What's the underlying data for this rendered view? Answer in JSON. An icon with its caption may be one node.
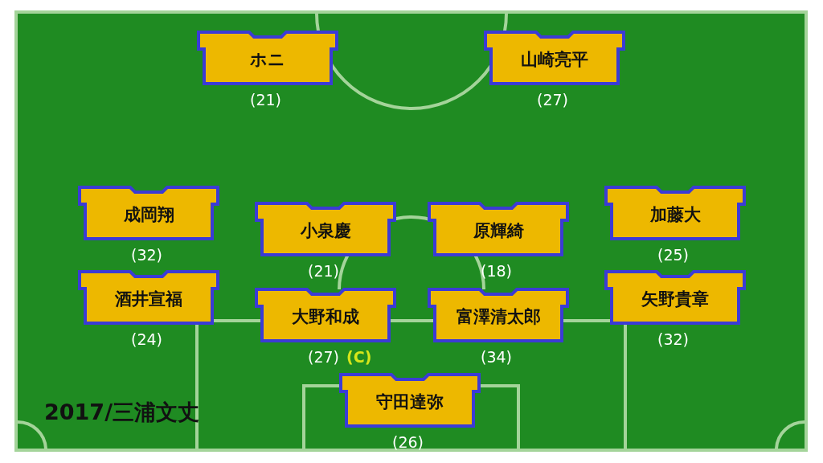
{
  "diagram": {
    "caption": "2017/三浦文丈",
    "nodes": [
      {
        "text": [
          "ホニ"
        ],
        "beside": [
          "(21)"
        ]
      },
      {
        "text": [
          "山崎亮平"
        ],
        "beside": [
          "(27)"
        ]
      },
      {
        "text": [
          "成岡翔"
        ],
        "beside": [
          "(32)"
        ]
      },
      {
        "text": [
          "小泉慶"
        ],
        "beside": [
          "(21)"
        ]
      },
      {
        "text": [
          "原輝綺"
        ],
        "beside": [
          "(18)"
        ]
      },
      {
        "text": [
          "加藤大"
        ],
        "beside": [
          "(25)"
        ]
      },
      {
        "text": [
          "酒井宣福"
        ],
        "beside": [
          "(24)"
        ]
      },
      {
        "text": [
          "大野和成"
        ],
        "beside": [
          "(27)",
          "(C)"
        ]
      },
      {
        "text": [
          "富澤清太郎"
        ],
        "beside": [
          "(34)"
        ]
      },
      {
        "text": [
          "矢野貴章"
        ],
        "beside": [
          "(32)"
        ]
      },
      {
        "text": [
          "守田達弥"
        ],
        "beside": [
          "(26)"
        ]
      }
    ]
  }
}
